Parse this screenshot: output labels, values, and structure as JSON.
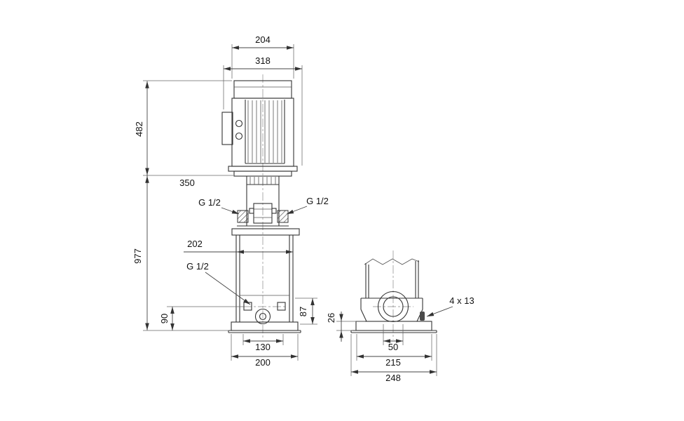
{
  "drawing": {
    "title": "Pump dimensional drawing",
    "labels": {
      "d204": "204",
      "d318": "318",
      "d482": "482",
      "d350": "350",
      "d977": "977",
      "d202": "202",
      "g_half_left": "G 1/2",
      "g_half_right": "G 1/2",
      "g_half_drain": "G 1/2",
      "d90": "90",
      "d87": "87",
      "d130": "130",
      "d200": "200",
      "d26": "26",
      "d50": "50",
      "d215": "215",
      "d248": "248",
      "bolt_holes": "4 x 13"
    }
  }
}
